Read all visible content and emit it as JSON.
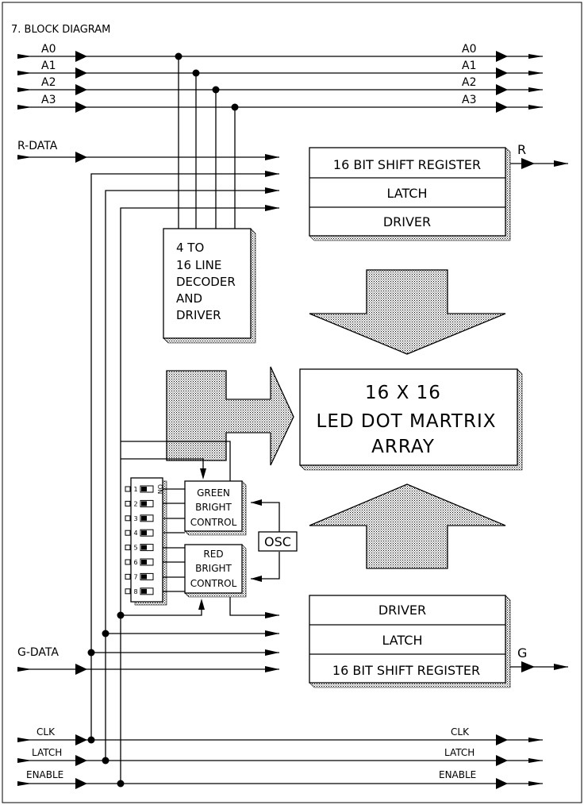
{
  "title": "7. BLOCK DIAGRAM",
  "address_inputs": [
    "A0",
    "A1",
    "A2",
    "A3"
  ],
  "address_outputs": [
    "A0",
    "A1",
    "A2",
    "A3"
  ],
  "r_data_label": "R-DATA",
  "g_data_label": "G-DATA",
  "r_output_label": "R",
  "g_output_label": "G",
  "red_register": {
    "shift": "16 BIT SHIFT REGISTER",
    "latch": "LATCH",
    "driver": "DRIVER"
  },
  "green_register": {
    "driver": "DRIVER",
    "latch": "LATCH",
    "shift": "16 BIT SHIFT REGISTER"
  },
  "decoder_lines": [
    "4 TO",
    "16 LINE",
    "DECODER",
    "AND",
    "DRIVER"
  ],
  "matrix_lines": [
    "16 X 16",
    "LED DOT MARTRIX",
    "ARRAY"
  ],
  "green_bright_lines": [
    "GREEN",
    "BRIGHT",
    "CONTROL"
  ],
  "red_bright_lines": [
    "RED",
    "BRIGHT",
    "CONTROL"
  ],
  "osc_label": "OSC",
  "switch_numbers": [
    "1",
    "2",
    "3",
    "4",
    "5",
    "6",
    "7",
    "8"
  ],
  "switch_on_label": "ON",
  "control_inputs": [
    "CLK",
    "LATCH",
    "ENABLE"
  ],
  "control_outputs": [
    "CLK",
    "LATCH",
    "ENABLE"
  ]
}
